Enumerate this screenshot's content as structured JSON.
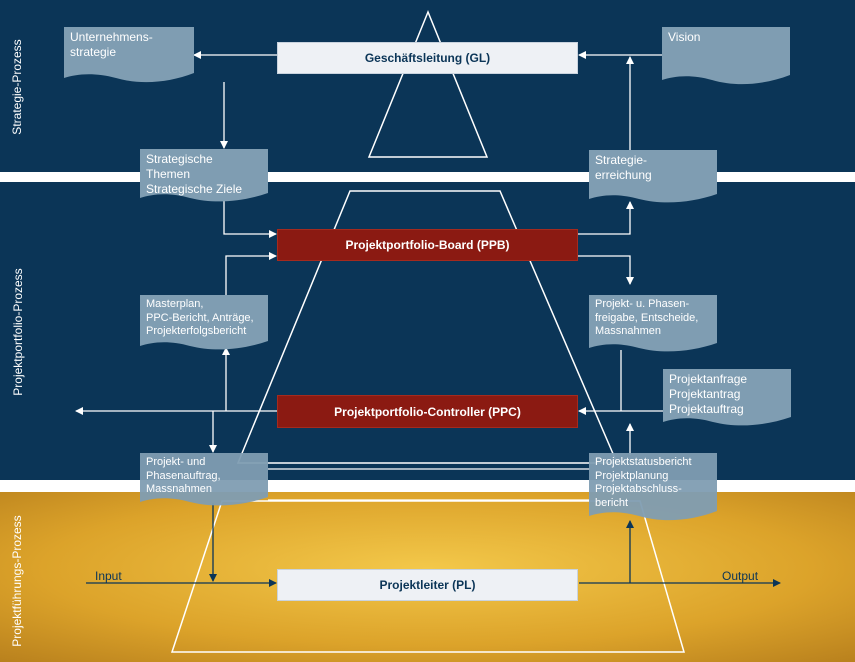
{
  "lanes": {
    "strategy": "Strategie-Prozess",
    "portfolio": "Projektportfolio-Prozess",
    "execution": "Projektführungs-Prozess"
  },
  "boxes": {
    "gl": "Geschäftsleitung (GL)",
    "ppb": "Projektportfolio-Board (PPB)",
    "ppc": "Projektportfolio-Controller (PPC)",
    "pl": "Projektleiter (PL)"
  },
  "documents": {
    "unternehmensstrategie": "Unternehmens-\nstrategie",
    "vision": "Vision",
    "strategische_themen": "Strategische\nThemen\nStrategische Ziele",
    "strategieerreichung": "Strategie-\nerreichung",
    "masterplan": "Masterplan,\nPPC-Bericht, Anträge,\nProjekterfolgsbericht",
    "phasenfreigabe": "Projekt- u. Phasen-\nfreigabe, Entscheide,\nMassnahmen",
    "projektanfrage": "Projektanfrage\nProjektantrag\nProjektauftrag",
    "phasenauftrag": "Projekt- und\nPhasenauftrag,\nMassnahmen",
    "statusbericht": "Projektstatusbericht\nProjektplanung\nProjektabschluss-\nbericht"
  },
  "flow": {
    "input": "Input",
    "output": "Output"
  },
  "colors": {
    "navy": "#0b3557",
    "gold": "#d9a127",
    "red": "#8b1a12",
    "doc_fill": "#7f9db2",
    "box_light": "#eef1f5"
  }
}
